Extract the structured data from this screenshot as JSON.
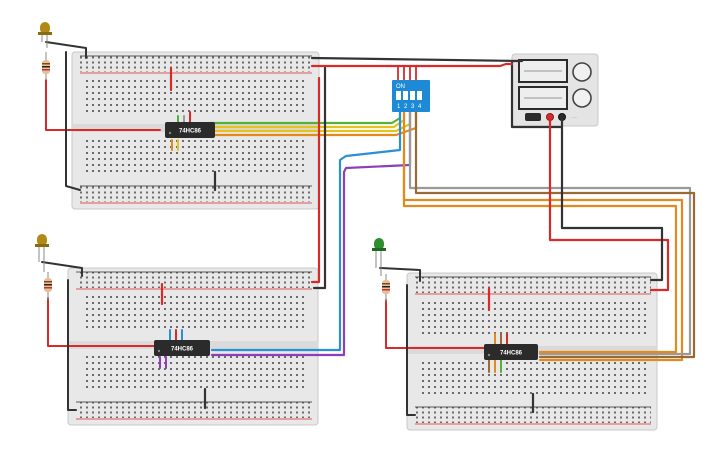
{
  "circuit": {
    "chips": [
      {
        "id": "chip-top-left",
        "label": "74HC86"
      },
      {
        "id": "chip-bottom-left",
        "label": "74HC86"
      },
      {
        "id": "chip-bottom-right",
        "label": "74HC86"
      }
    ],
    "dip_switch": {
      "on_label": "ON",
      "numbers": [
        "1",
        "2",
        "3",
        "4"
      ]
    },
    "power_supply": {
      "name": "power-supply"
    },
    "leds": [
      {
        "id": "led-top-left",
        "color": "#b08a14"
      },
      {
        "id": "led-bottom-left",
        "color": "#b08a14"
      },
      {
        "id": "led-bottom-right",
        "color": "#2f8f2f"
      }
    ],
    "colors": {
      "red": "#d92a2a",
      "black": "#333333",
      "green": "#56b13a",
      "yellow": "#e6c21c",
      "orange": "#e38a1e",
      "blue": "#2a8fd6",
      "purple": "#8c3fb8",
      "gray": "#9a9a9a",
      "brown": "#9a6a33",
      "dip_blue": "#1e8ad6",
      "chip": "#2b2b2b"
    }
  }
}
